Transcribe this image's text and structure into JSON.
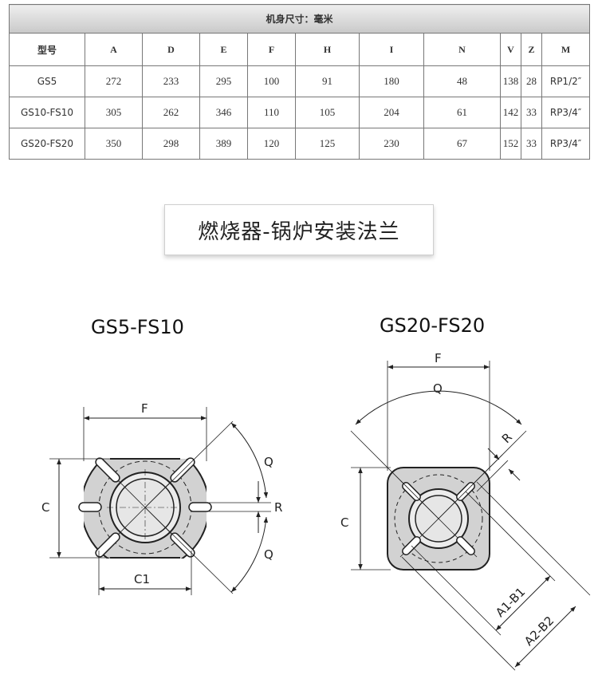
{
  "table": {
    "title": "机身尺寸：毫米",
    "headers": [
      "型号",
      "A",
      "D",
      "E",
      "F",
      "H",
      "I",
      "N",
      "V",
      "Z",
      "M"
    ],
    "rows": [
      [
        "GS5",
        "272",
        "233",
        "295",
        "100",
        "91",
        "180",
        "48",
        "138",
        "28",
        "RP1/2″"
      ],
      [
        "GS10-FS10",
        "305",
        "262",
        "346",
        "110",
        "105",
        "204",
        "61",
        "142",
        "33",
        "RP3/4″"
      ],
      [
        "GS20-FS20",
        "350",
        "298",
        "389",
        "120",
        "125",
        "230",
        "67",
        "152",
        "33",
        "RP3/4″"
      ]
    ]
  },
  "section_title": "燃烧器-锅炉安装法兰",
  "left_flange": {
    "title": "GS5-FS10",
    "labels": {
      "F": "F",
      "C": "C",
      "C1": "C1",
      "Q_top": "Q",
      "Q_bottom": "Q",
      "R": "R"
    }
  },
  "right_flange": {
    "title": "GS20-FS20",
    "labels": {
      "F": "F",
      "Q": "Q",
      "R": "R",
      "C": "C",
      "A1B1": "A1-B1",
      "A2B2": "A2-B2"
    }
  },
  "colors": {
    "table_header_top": "#eeeeee",
    "table_header_bottom": "#c9c9c9",
    "flange_fill": "#d2d2d2",
    "line": "#222222"
  }
}
